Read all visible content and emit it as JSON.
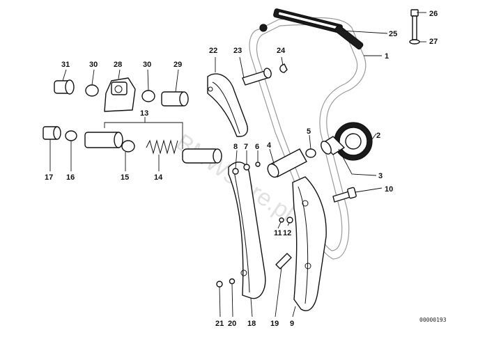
{
  "diagram": {
    "reference_number": "00000193",
    "watermark": "BMWstore.pl",
    "callouts": [
      "1",
      "2",
      "3",
      "4",
      "5",
      "6",
      "7",
      "8",
      "9",
      "10",
      "11",
      "12",
      "13",
      "14",
      "15",
      "16",
      "17",
      "18",
      "19",
      "20",
      "21",
      "22",
      "23",
      "24",
      "25",
      "26",
      "27",
      "28",
      "29",
      "30",
      "30",
      "31"
    ]
  }
}
